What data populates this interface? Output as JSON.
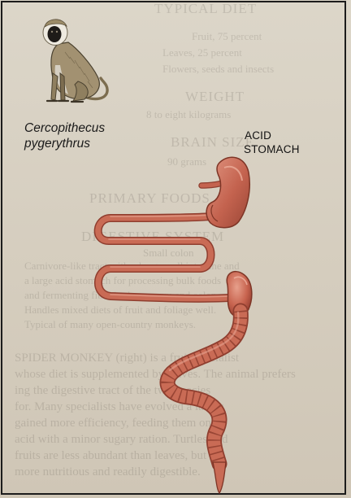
{
  "labels": {
    "species": [
      "Cercopithecus",
      "pygerythrus"
    ],
    "stomach": [
      "ACID",
      "STOMACH"
    ]
  },
  "colors": {
    "gut": "#c4634f",
    "gut_dark": "#8f3e2f",
    "gut_light": "#e0917c",
    "frame": "#1c1c1c",
    "monkey_fur": "#9c8c68"
  }
}
